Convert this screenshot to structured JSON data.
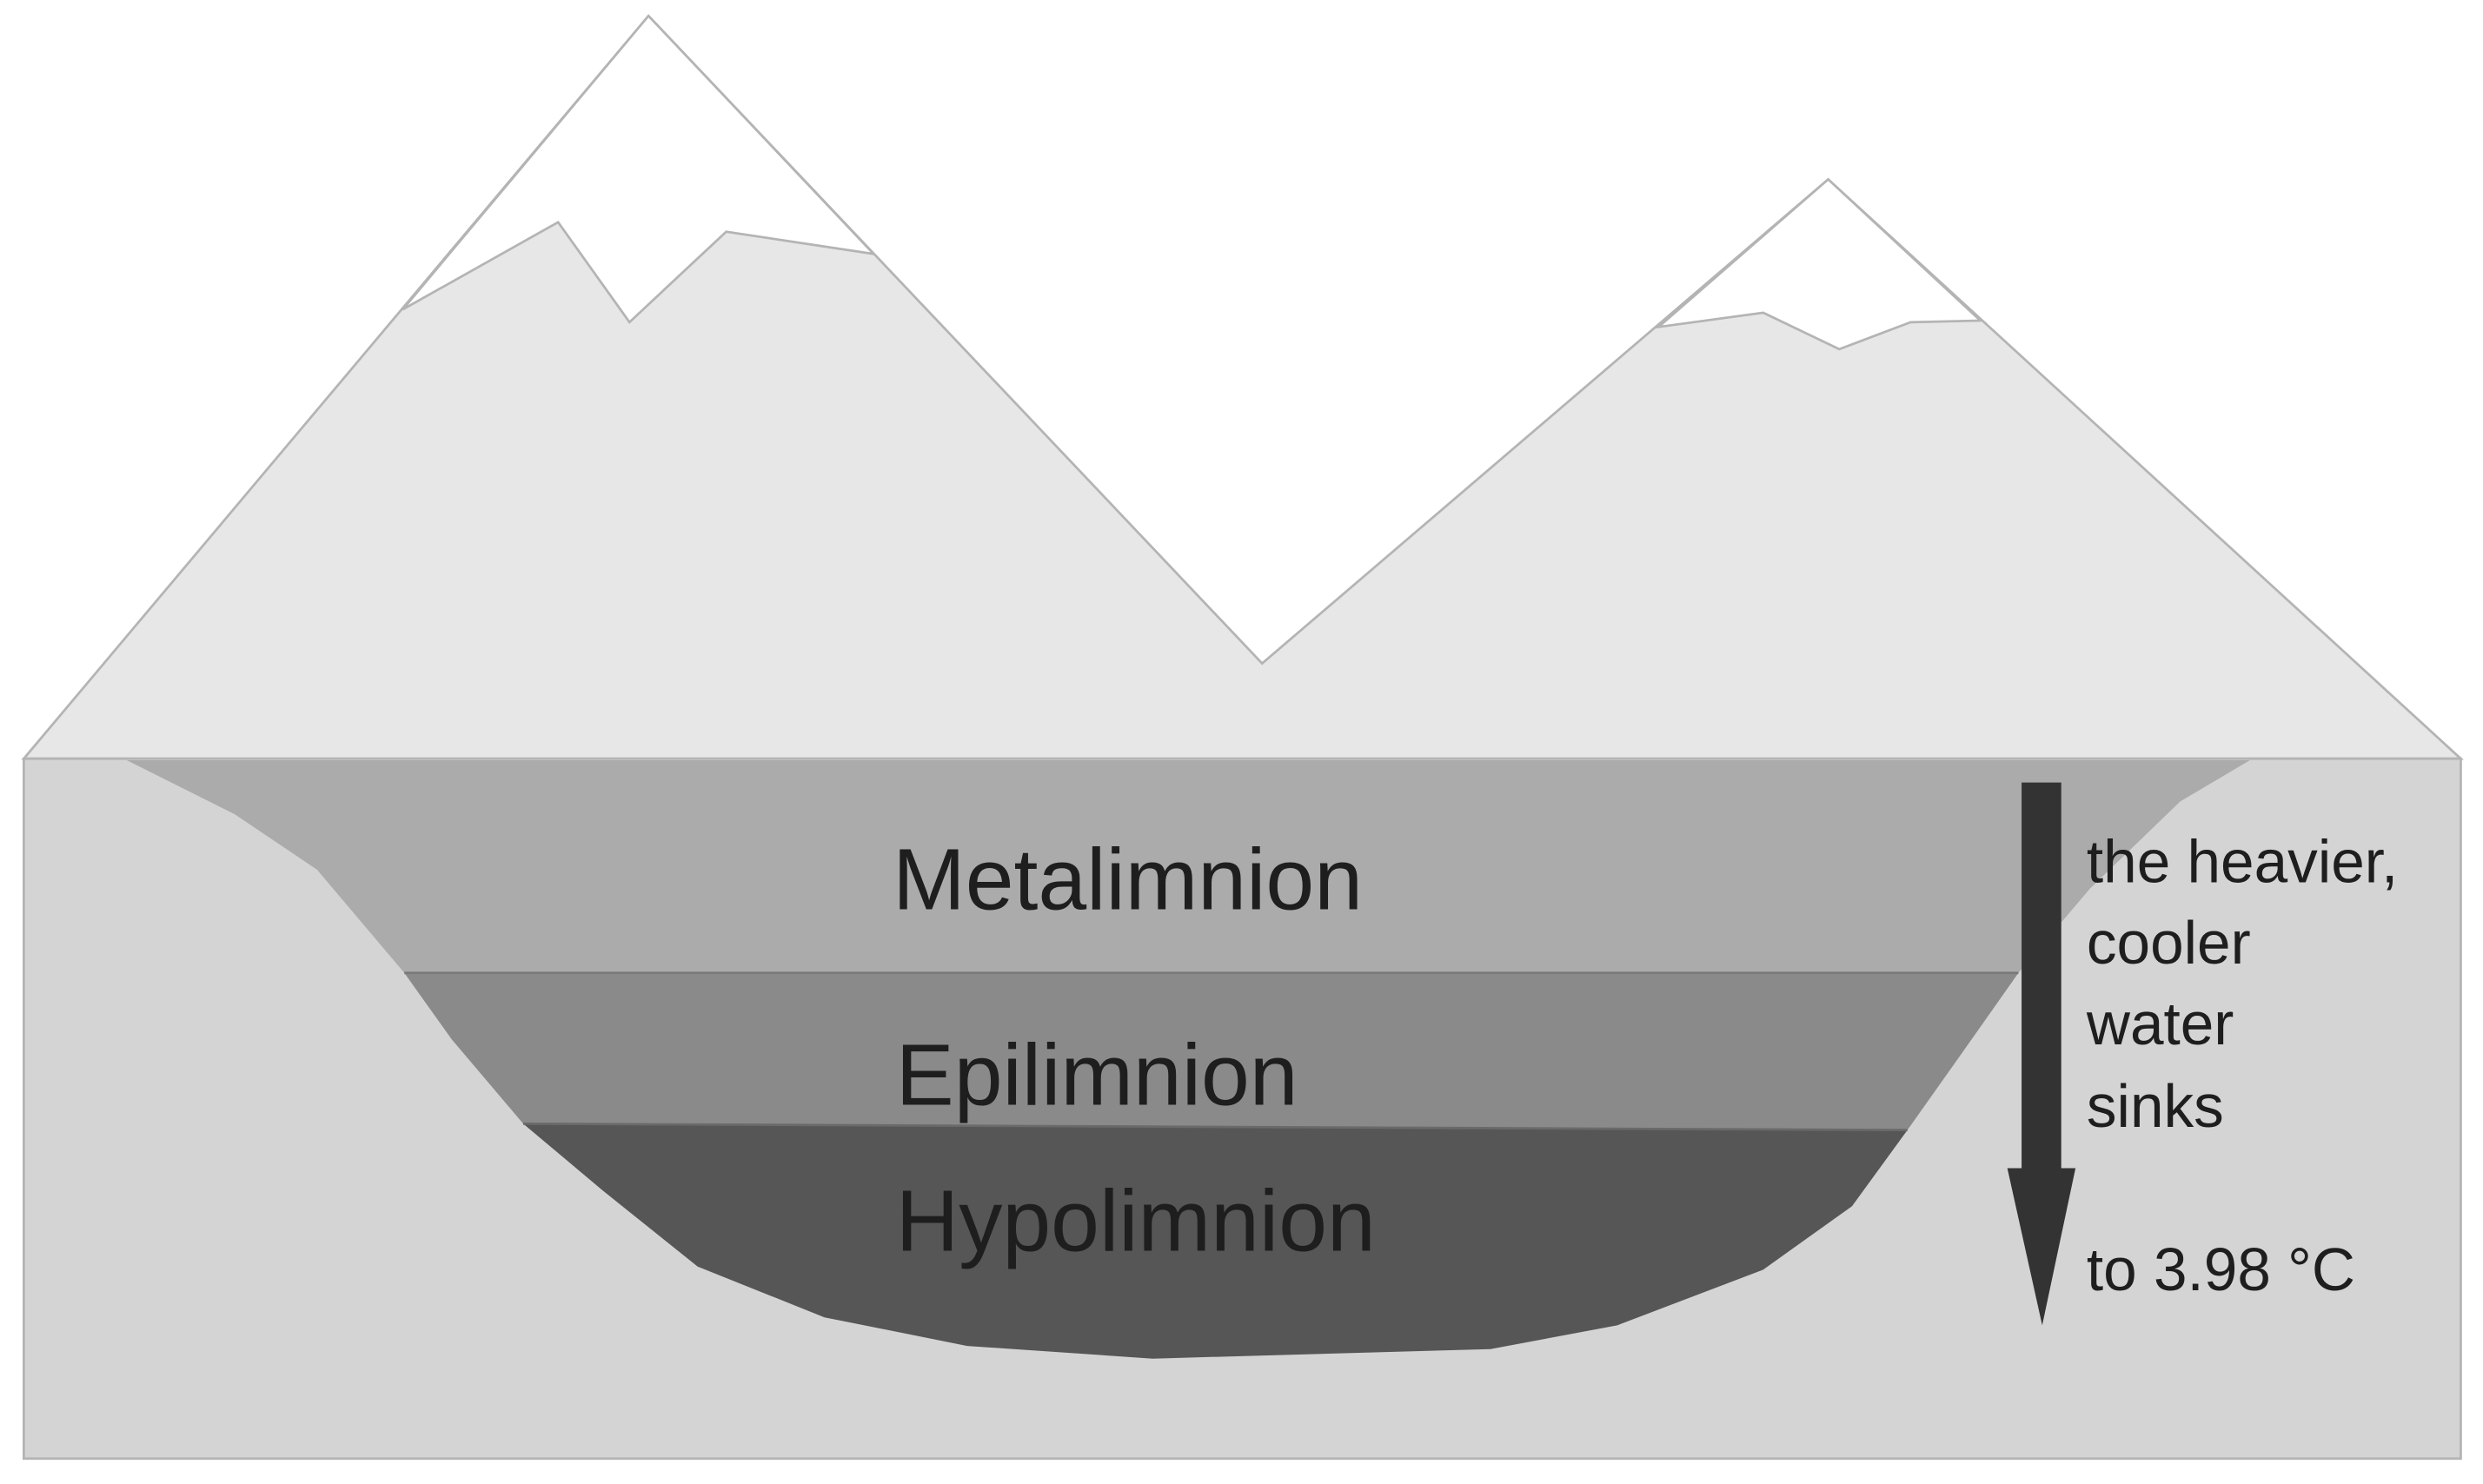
{
  "layers": {
    "metalimnion": "Metalimnion",
    "epilimnion": "Epilimnion",
    "hypolimnion": "Hypolimnion"
  },
  "note": {
    "line1": "the heavier,",
    "line2": "cooler",
    "line3": "water",
    "line4": "sinks",
    "target": "to 3.98 °C"
  },
  "colors": {
    "mountain": "#e7e7e7",
    "snow": "#ffffff",
    "ground": "#d4d4d4",
    "metalimnion_layer": "#ababab",
    "epilimnion_layer": "#8a8a8a",
    "hypolimnion_layer": "#565656",
    "arrow": "#333333",
    "outline": "#b4b4b4"
  }
}
